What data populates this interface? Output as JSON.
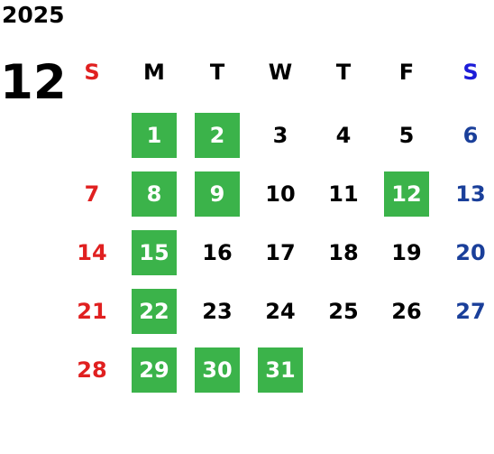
{
  "calendar": {
    "year": "2025",
    "month": "12",
    "weekday_headers": [
      "S",
      "M",
      "T",
      "W",
      "T",
      "F",
      "S"
    ],
    "weeks": [
      [
        "",
        "1",
        "2",
        "3",
        "4",
        "5",
        "6"
      ],
      [
        "7",
        "8",
        "9",
        "10",
        "11",
        "12",
        "13"
      ],
      [
        "14",
        "15",
        "16",
        "17",
        "18",
        "19",
        "20"
      ],
      [
        "21",
        "22",
        "23",
        "24",
        "25",
        "26",
        "27"
      ],
      [
        "28",
        "29",
        "30",
        "31",
        "",
        "",
        ""
      ]
    ],
    "highlighted_days": [
      "1",
      "2",
      "8",
      "9",
      "12",
      "15",
      "22",
      "29",
      "30",
      "31"
    ],
    "colors": {
      "highlight": "#3bb34a",
      "sunday": "#e02020",
      "saturday": "#1a3f9a",
      "saturday_header": "#1c1cd8",
      "weekday": "#000000"
    }
  }
}
